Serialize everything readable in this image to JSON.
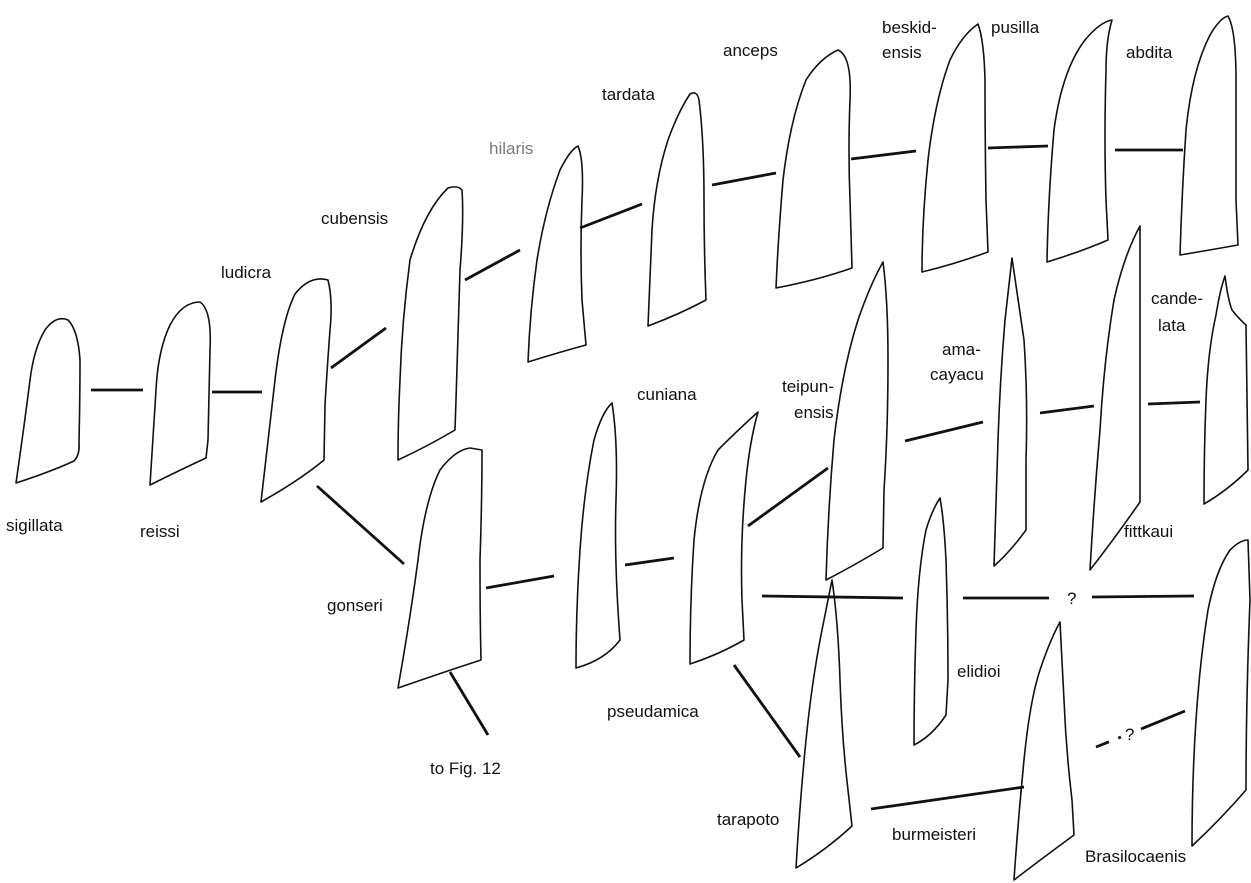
{
  "taxa": {
    "sigillata": "sigillata",
    "reissi": "reissi",
    "ludicra": "ludicra",
    "cubensis": "cubensis",
    "hilaris": "hilaris",
    "tardata": "tardata",
    "anceps": "anceps",
    "beskidensis_1": "beskid-",
    "beskidensis_2": "ensis",
    "pusilla": "pusilla",
    "abdita": "abdita",
    "candelata_1": "cande-",
    "candelata_2": "lata",
    "amacayacu_1": "ama-",
    "amacayacu_2": "cayacu",
    "teipunensis_1": "teipun-",
    "teipunensis_2": "ensis",
    "cuniana_prefix": "cu",
    "cuniana_rest": "niana",
    "gonseri": "gonseri",
    "fittkaui": "fittkaui",
    "elidioi": "elidioi",
    "pseudamica": "pseudamica",
    "tarapoto": "tarapoto",
    "burmeisteri": "burmeisteri",
    "brasilocaenis": "Brasilocaenis"
  },
  "annotations": {
    "to_fig": "to Fig. 12",
    "unknown_1": "?",
    "unknown_2": "?"
  },
  "colors": {
    "line": "#111111",
    "hilaris_label": "#7a7a7a",
    "background": "#ffffff"
  }
}
